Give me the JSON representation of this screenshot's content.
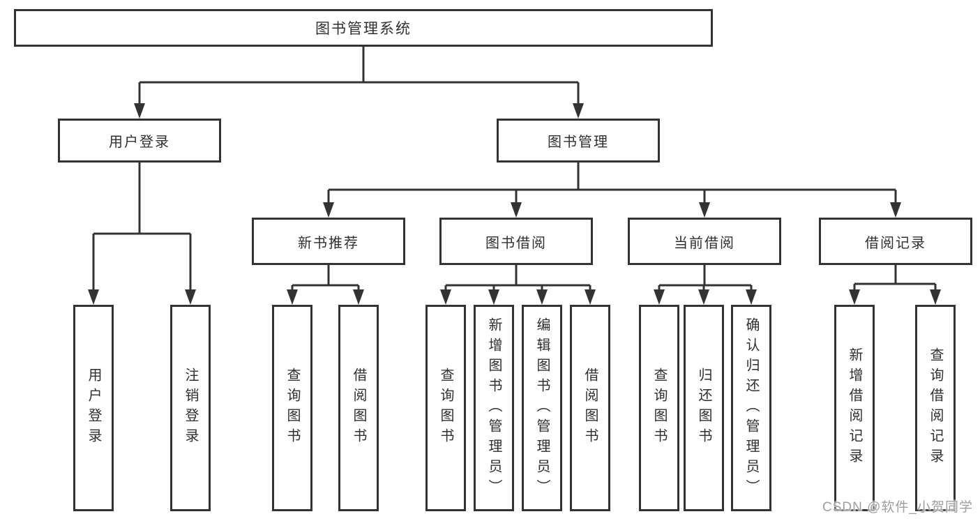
{
  "colors": {
    "line": "#333333",
    "text": "#2f2f2f",
    "background": "#ffffff",
    "watermark": "#9e9e9e"
  },
  "watermark": {
    "text": "CSDN @软件_小贺同学"
  },
  "tree": {
    "root": {
      "label": "图书管理系统"
    },
    "branches": [
      {
        "label": "用户登录",
        "children": [
          {
            "label": "用户登录"
          },
          {
            "label": "注销登录"
          }
        ]
      },
      {
        "label": "图书管理",
        "children": [
          {
            "label": "新书推荐",
            "children": [
              {
                "label": "查询图书"
              },
              {
                "label": "借阅图书"
              }
            ]
          },
          {
            "label": "图书借阅",
            "children": [
              {
                "label": "查询图书"
              },
              {
                "label": "新增图书（管理员）"
              },
              {
                "label": "编辑图书（管理员）"
              },
              {
                "label": "借阅图书"
              }
            ]
          },
          {
            "label": "当前借阅",
            "children": [
              {
                "label": "查询图书"
              },
              {
                "label": "归还图书"
              },
              {
                "label": "确认归还（管理员）"
              }
            ]
          },
          {
            "label": "借阅记录",
            "children": [
              {
                "label": "新增借阅记录"
              },
              {
                "label": "查询借阅记录"
              }
            ]
          }
        ]
      }
    ]
  }
}
